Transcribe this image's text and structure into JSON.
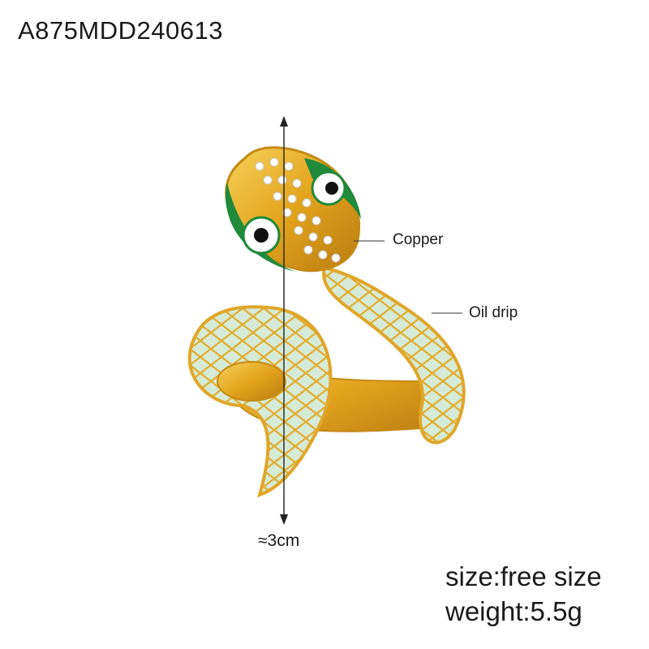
{
  "product": {
    "sku": "A875MDD240613",
    "labels": {
      "material": "Copper",
      "finish": "Oil drip"
    },
    "dimension": "≈3cm",
    "size": "size:free size",
    "weight": "weight:5.5g"
  },
  "colors": {
    "gold": "#e8a820",
    "enamel": "#d4ead6",
    "eye_green": "#1f8a3a",
    "text": "#1a1a1a"
  }
}
